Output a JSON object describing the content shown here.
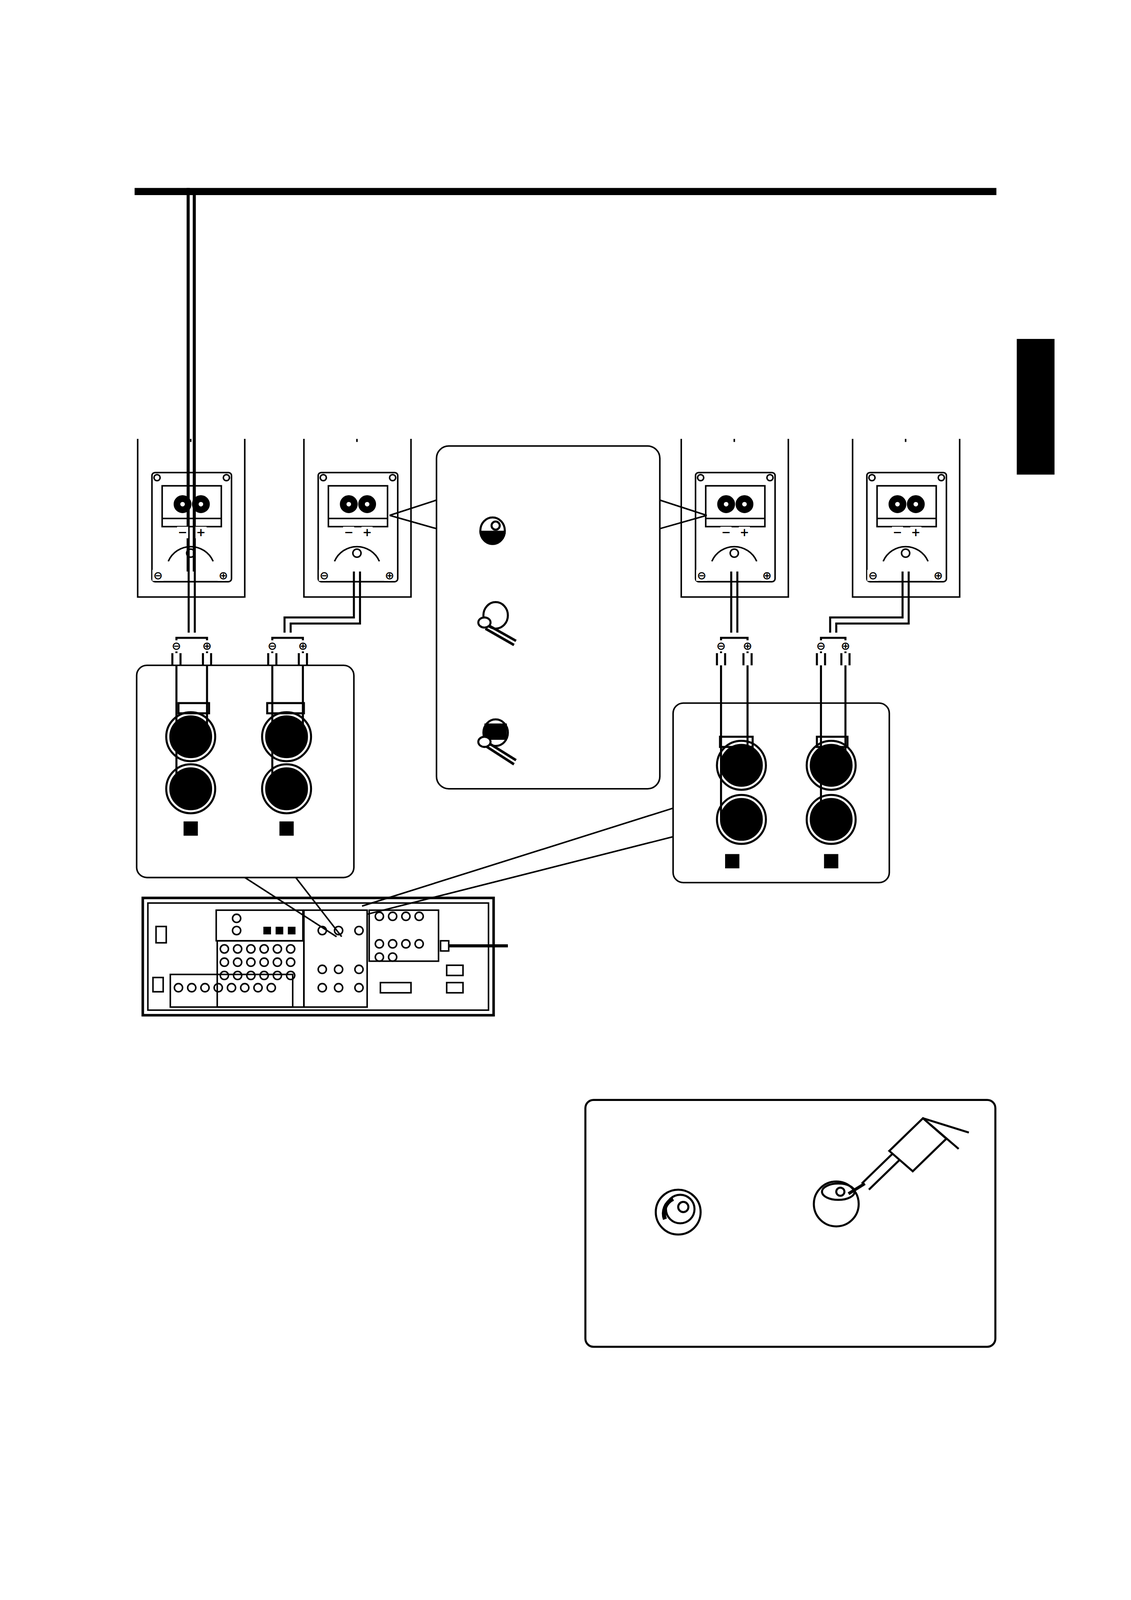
{
  "diagram": {
    "labels": [
      "−",
      "+",
      "⊖",
      "⊕",
      "⊖",
      "⊕",
      "−",
      "+",
      "⊖",
      "⊕",
      "⊖",
      "⊕",
      "−",
      "+",
      "⊖",
      "⊕",
      "⊖",
      "⊕",
      "−",
      "+",
      "⊖",
      "⊕",
      "⊖",
      "⊕"
    ]
  }
}
